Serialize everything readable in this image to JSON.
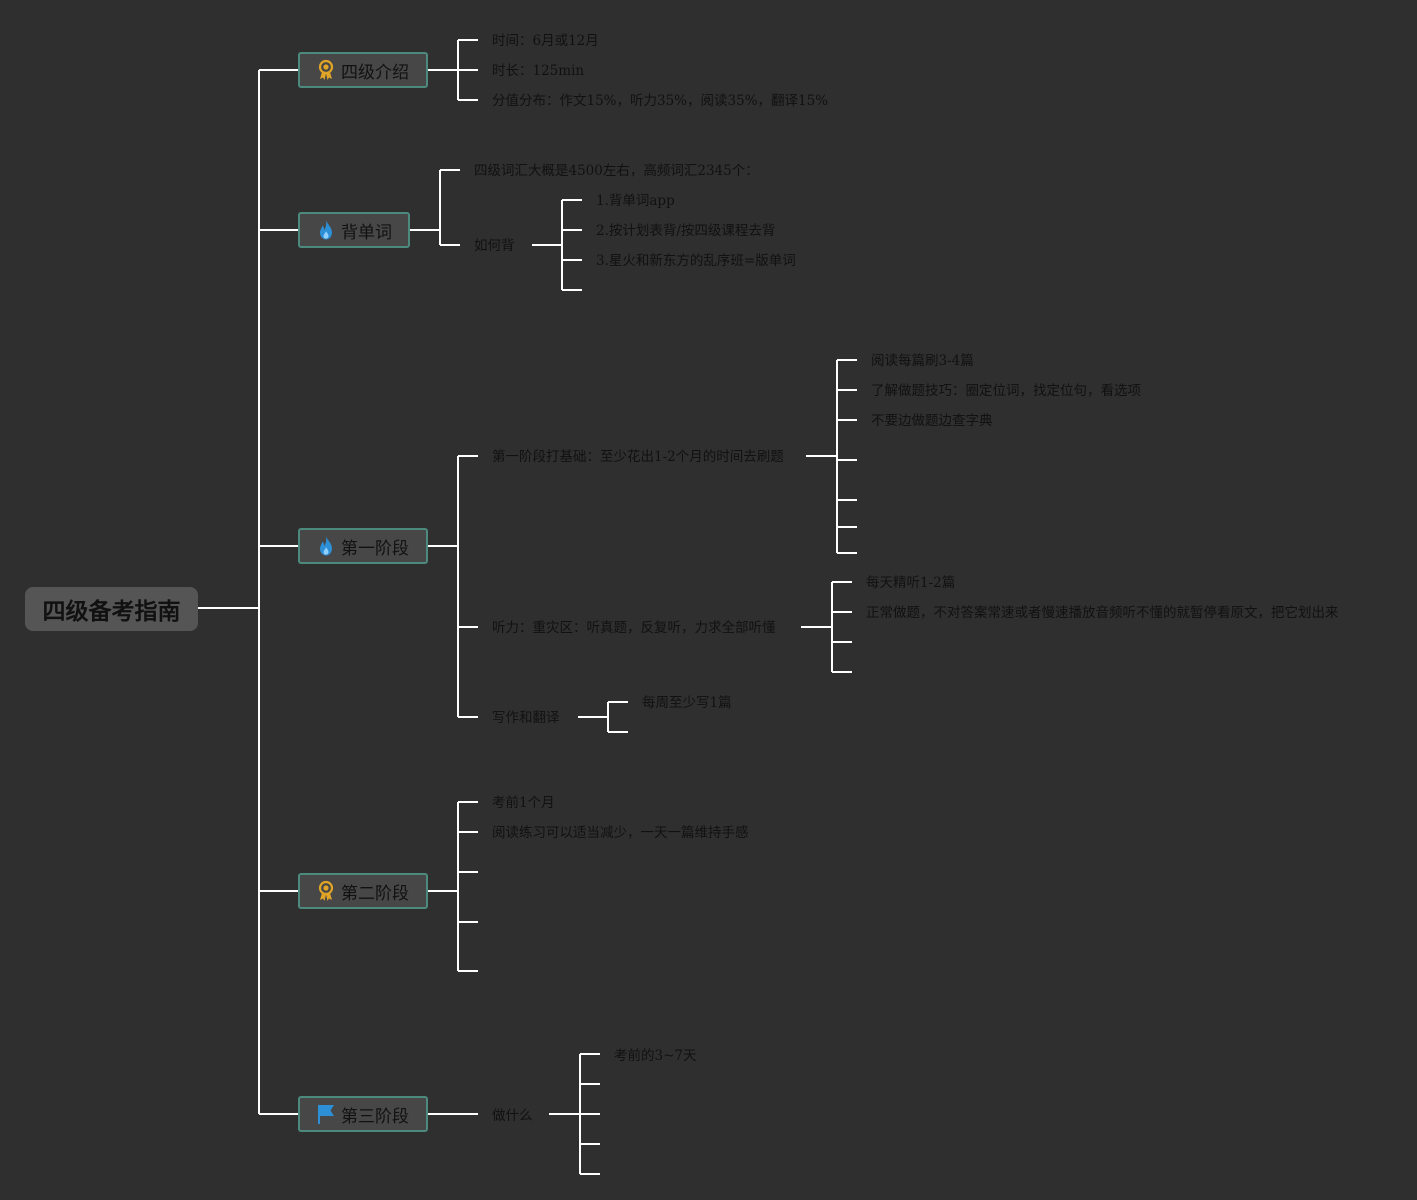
{
  "root": {
    "title": "四级备考指南"
  },
  "colors": {
    "background": "#2f2f2f",
    "line": "#ffffff",
    "text": "#111111",
    "node_fill": "#474747",
    "node_border": "#4c8a7e",
    "icon_gold": "#e0a526",
    "icon_blue": "#2d8fd6"
  },
  "branches": {
    "intro": {
      "label": "四级介绍",
      "icon": "award-ribbon-icon",
      "items": [
        "时间：6月或12月",
        "时长：125min",
        "分值分布：作文15%，听力35%，阅读35%，翻译15%"
      ]
    },
    "vocab": {
      "label": "背单词",
      "icon": "fire-icon",
      "summary": "四级词汇大概是4500左右，高频词汇2345个：",
      "how": {
        "label": "如何背",
        "items": [
          "1.背单词app",
          "2.按计划表背/按四级课程去背",
          "3.星火和新东方的乱序班=版单词"
        ]
      }
    },
    "stage1": {
      "label": "第一阶段",
      "icon": "fire-icon",
      "foundation": {
        "label": "第一阶段打基础：至少花出1-2个月的时间去刷题",
        "items": [
          "阅读每篇刷3-4篇",
          "了解做题技巧：圈定位词，找定位句，看选项",
          "不要边做题边查字典"
        ]
      },
      "listening": {
        "label": "听力：重灾区：听真题，反复听，力求全部听懂",
        "items": [
          "每天精听1-2篇",
          "正常做题，不对答案常速或者慢速播放音频听不懂的就暂停看原文，把它划出来"
        ]
      },
      "writing": {
        "label": "写作和翻译",
        "items": [
          "每周至少写1篇"
        ]
      }
    },
    "stage2": {
      "label": "第二阶段",
      "icon": "award-ribbon-icon",
      "items": [
        "考前1个月",
        "阅读练习可以适当减少，一天一篇维持手感"
      ]
    },
    "stage3": {
      "label": "第三阶段",
      "icon": "flag-icon",
      "what": {
        "label": "做什么",
        "items": [
          "考前的3~7天"
        ]
      }
    }
  }
}
